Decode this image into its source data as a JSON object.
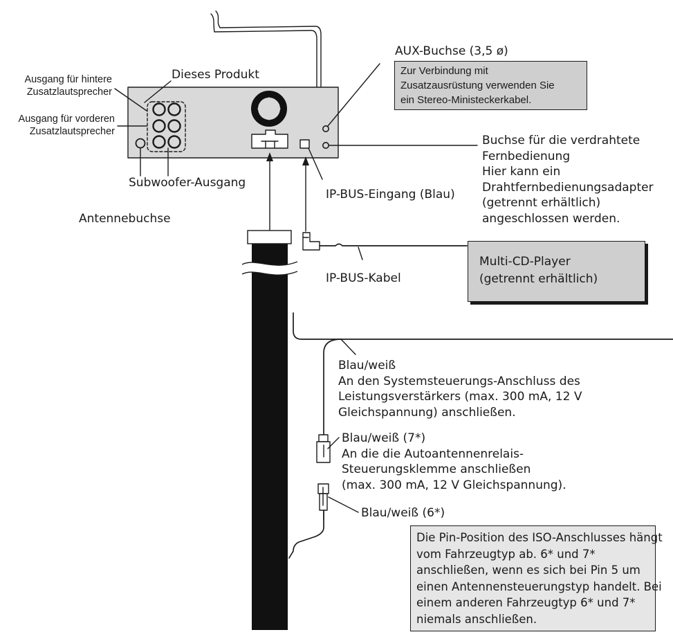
{
  "labels": {
    "aux_jack": "AUX-Buchse (3,5 ø)",
    "this_product": "Dieses Produkt",
    "rear_output": [
      "Ausgang für hintere",
      "Zusatzlautsprecher"
    ],
    "front_output": [
      "Ausgang für vorderen",
      "Zusatzlautsprecher"
    ],
    "subwoofer": "Subwoofer-Ausgang",
    "antenna_jack": "Antennebuchse",
    "ipbus_input": "IP-BUS-Eingang (Blau)",
    "ipbus_cable": "IP-BUS-Kabel",
    "wired_remote": [
      "Buchse für die verdrahtete",
      "Fernbedienung",
      "Hier kann ein",
      "Drahtfernbedienungsadapter",
      "(getrennt erhältlich)",
      "angeschlossen werden."
    ],
    "blue_white_main": [
      "Blau/weiß",
      "An den Systemsteuerungs-Anschluss des",
      "Leistungsverstärkers (max. 300 mA, 12 V",
      "Gleichspannung) anschließen."
    ],
    "blue_white_7": [
      "Blau/weiß (7*)",
      "An die die Autoantennenrelais-",
      "Steuerungsklemme anschließen",
      "(max. 300 mA, 12 V Gleichspannung)."
    ],
    "blue_white_6": "Blau/weiß (6*)"
  },
  "boxes": {
    "aux_note": [
      "Zur Verbindung mit",
      "Zusatzausrüstung verwenden Sie",
      "ein Stereo-Ministeckerkabel."
    ],
    "cd_player": [
      "Multi-CD-Player",
      "(getrennt erhältlich)"
    ],
    "iso_note": [
      "Die Pin-Position des ISO-Anschlusses hängt",
      "vom Fahrzeugtyp ab. 6* und 7*",
      "anschließen, wenn es sich bei Pin 5 um",
      "einen Antennensteuerungstyp handelt. Bei",
      "einem anderen Fahrzeugtyp 6* und 7*",
      "niemals anschließen."
    ]
  },
  "colors": {
    "box_fill": "#cfcfcf",
    "unit_fill": "#d9d9d9",
    "line": "#1a1a1a"
  }
}
